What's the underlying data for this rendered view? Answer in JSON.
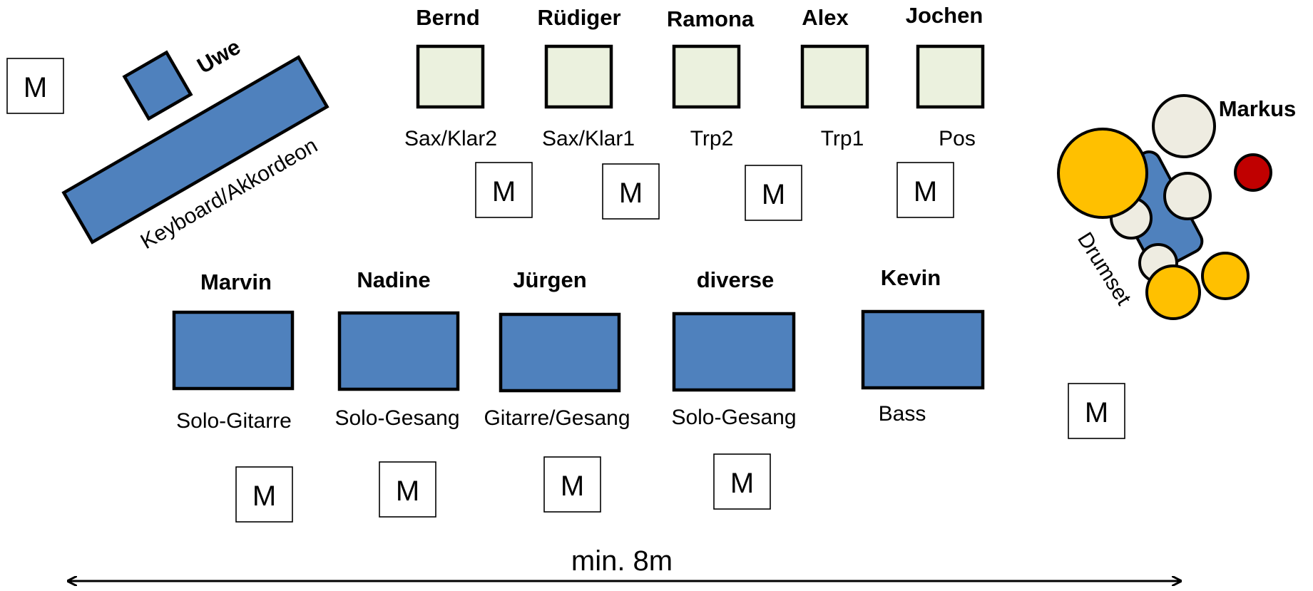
{
  "monitor_label": "M",
  "keyboard": {
    "player": "Uwe",
    "instrument": "Keyboard/Akkordeon"
  },
  "horns": [
    {
      "name": "Bernd",
      "instrument": "Sax/Klar2"
    },
    {
      "name": "Rüdiger",
      "instrument": "Sax/Klar1"
    },
    {
      "name": "Ramona",
      "instrument": "Trp2"
    },
    {
      "name": "Alex",
      "instrument": "Trp1"
    },
    {
      "name": "Jochen",
      "instrument": "Pos"
    }
  ],
  "front": [
    {
      "name": "Marvin",
      "instrument": "Solo-Gitarre"
    },
    {
      "name": "Nadine",
      "instrument": "Solo-Gesang"
    },
    {
      "name": "Jürgen",
      "instrument": "Gitarre/Gesang"
    },
    {
      "name": "diverse",
      "instrument": "Solo-Gesang"
    },
    {
      "name": "Kevin",
      "instrument": "Bass"
    }
  ],
  "drums": {
    "player": "Markus",
    "label": "Drumset"
  },
  "dimension": {
    "label": "min. 8m"
  },
  "colors": {
    "front_instruments": "#4f81bd",
    "horn_positions": "#ebf1de",
    "cymbals": "#ffc000",
    "toms": "#eeece1",
    "cowbell": "#c00000"
  }
}
